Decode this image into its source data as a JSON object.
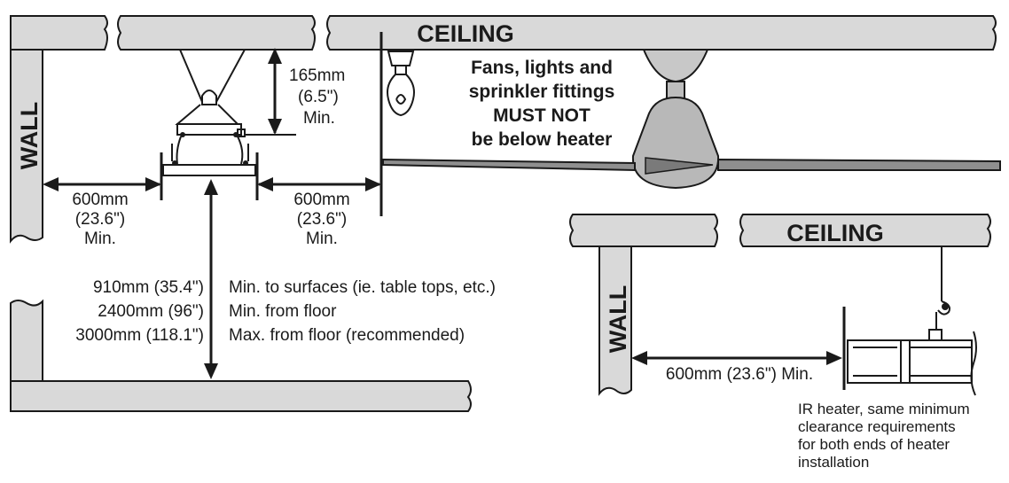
{
  "labels": {
    "ceiling_main": "CEILING",
    "ceiling_inset": "CEILING",
    "wall_main": "WALL",
    "wall_inset": "WALL"
  },
  "dimensions": {
    "top": [
      "165mm",
      "(6.5\")",
      "Min."
    ],
    "left": [
      "600mm",
      "(23.6\")",
      "Min."
    ],
    "right": [
      "600mm",
      "(23.6\")",
      "Min."
    ],
    "vertical_values": [
      "910mm (35.4\")",
      "2400mm (96\")",
      "3000mm (118.1\")"
    ],
    "vertical_desc": [
      "Min. to surfaces (ie. table tops, etc.)",
      "Min. from floor",
      "Max. from floor (recommended)"
    ],
    "inset": "600mm (23.6\") Min."
  },
  "warning": [
    "Fans, lights and",
    "sprinkler fittings",
    "MUST NOT",
    "be below heater"
  ],
  "note": [
    "IR heater, same minimum",
    "clearance requirements",
    "for both ends of heater",
    "installation"
  ]
}
